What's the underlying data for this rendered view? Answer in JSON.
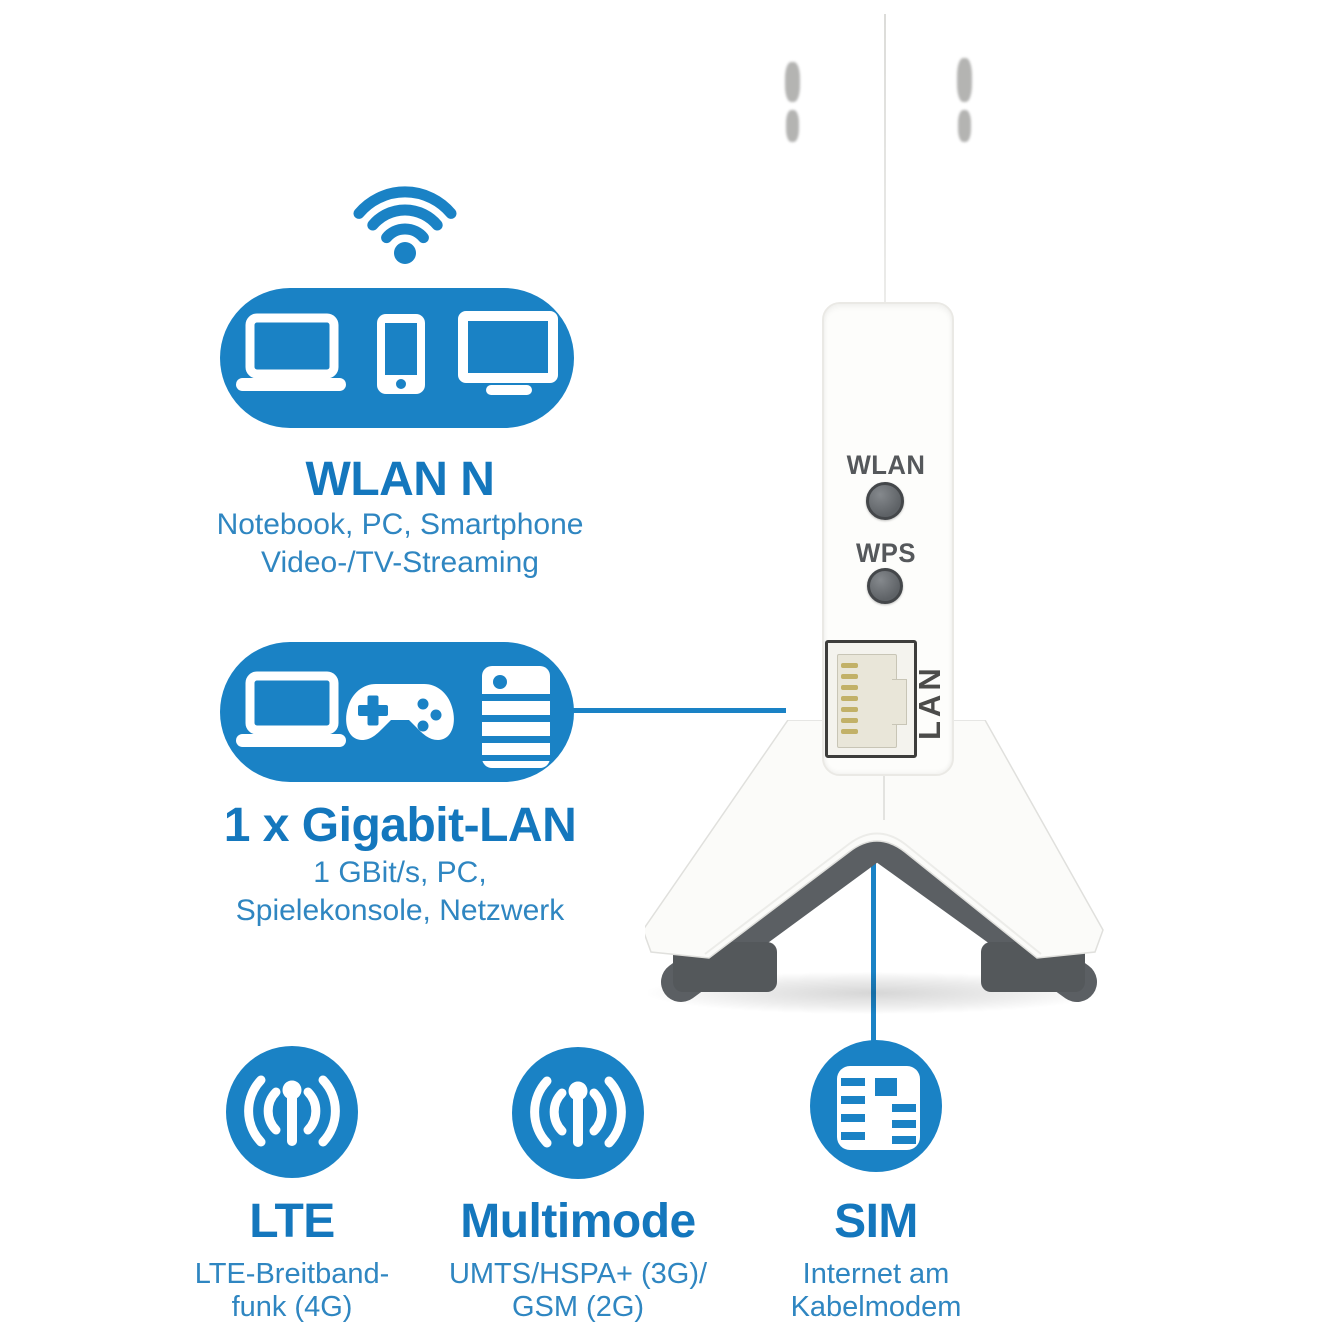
{
  "colors": {
    "brand_blue": "#1a82c5",
    "heading_blue": "#1477bd",
    "body_text_blue": "#2f86c1",
    "device_dark_gray": "#5b5f63",
    "device_label_gray": "#55585b"
  },
  "sections": {
    "wlan": {
      "title": "WLAN N",
      "line1": "Notebook, PC, Smartphone",
      "line2": "Video-/TV-Streaming",
      "icons": [
        "wifi-icon",
        "laptop-icon",
        "smartphone-icon",
        "monitor-icon"
      ]
    },
    "gigabit_lan": {
      "title": "1 x Gigabit-LAN",
      "line1": "1 GBit/s, PC,",
      "line2": "Spielekonsole, Netzwerk",
      "icons": [
        "laptop-icon",
        "gamepad-icon",
        "desktop-pc-icon"
      ]
    },
    "lte": {
      "title": "LTE",
      "line1": "LTE-Breitband-",
      "line2": "funk (4G)",
      "icons": [
        "antenna-icon"
      ]
    },
    "multimode": {
      "title": "Multimode",
      "line1": "UMTS/HSPA+ (3G)/",
      "line2": "GSM (2G)",
      "icons": [
        "antenna-icon"
      ]
    },
    "sim": {
      "title": "SIM",
      "line1": "Internet am",
      "line2": "Kabelmodem",
      "icons": [
        "sim-card-icon"
      ]
    }
  },
  "device": {
    "wlan_button_label": "WLAN",
    "wps_button_label": "WPS",
    "lan_port_label": "LAN"
  }
}
